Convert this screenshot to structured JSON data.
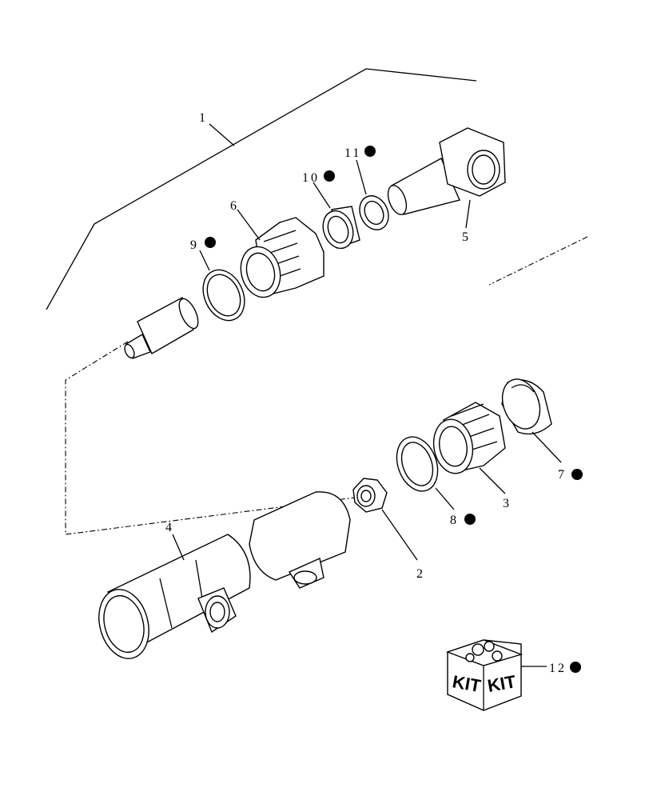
{
  "callouts": [
    {
      "id": "c1",
      "text": "1",
      "dot": false
    },
    {
      "id": "c2",
      "text": "2",
      "dot": false
    },
    {
      "id": "c3",
      "text": "3",
      "dot": false
    },
    {
      "id": "c4",
      "text": "4",
      "dot": false
    },
    {
      "id": "c5",
      "text": "5",
      "dot": false
    },
    {
      "id": "c6",
      "text": "6",
      "dot": false
    },
    {
      "id": "c7",
      "text": "7",
      "dot": true
    },
    {
      "id": "c8",
      "text": "8",
      "dot": true
    },
    {
      "id": "c9",
      "text": "9",
      "dot": true
    },
    {
      "id": "c10",
      "text": "10",
      "dot": true
    },
    {
      "id": "c11",
      "text": "11",
      "dot": true
    },
    {
      "id": "c12",
      "text": "12",
      "dot": true
    }
  ],
  "kit_box": {
    "left_label": "KIT",
    "right_label": "KIT"
  }
}
